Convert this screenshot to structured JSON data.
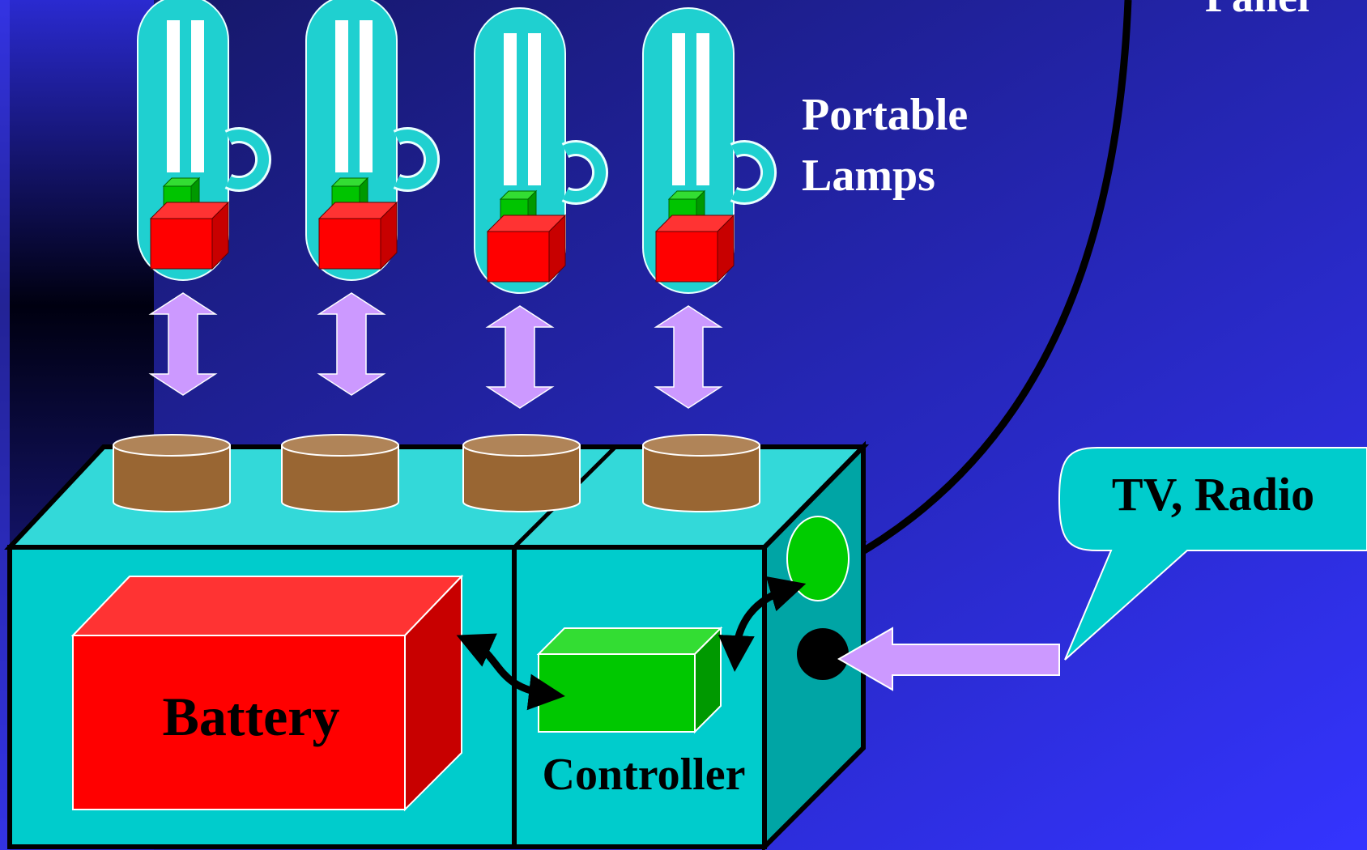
{
  "labels": {
    "panel": "Panel",
    "portable_lamps_line1": "Portable",
    "portable_lamps_line2": "Lamps",
    "tv_radio": "TV, Radio",
    "battery": "Battery",
    "controller": "Controller"
  },
  "colors": {
    "background_top": "#141660",
    "background_bottom": "#3434ff",
    "left_strip": "#0a0a30",
    "box_fill": "#00cccc",
    "box_top": "#33d9d9",
    "box_side": "#00a5a5",
    "lamp_glass": "#1fd0d0",
    "lamp_tube": "#ffffff",
    "lamp_base_red": "#ff0000",
    "lamp_base_red_top": "#ff3333",
    "lamp_base_red_side": "#c80000",
    "lamp_connector_green": "#00c400",
    "socket_brown": "#996633",
    "socket_brown_top": "#b08458",
    "double_arrow": "#cc99ff",
    "battery_red": "#ff0000",
    "controller_green": "#00c800",
    "port_green": "#00cc00",
    "port_black": "#000000",
    "callout_fill": "#00cccc",
    "text_white": "#ffffff",
    "text_black": "#000000"
  },
  "icons": {
    "lamps": [
      "lamp-1-icon",
      "lamp-2-icon",
      "lamp-3-icon",
      "lamp-4-icon"
    ],
    "sockets": [
      "socket-1-icon",
      "socket-2-icon",
      "socket-3-icon",
      "socket-4-icon"
    ],
    "arrows": [
      "double-arrow-1-icon",
      "double-arrow-2-icon",
      "double-arrow-3-icon",
      "double-arrow-4-icon"
    ]
  }
}
